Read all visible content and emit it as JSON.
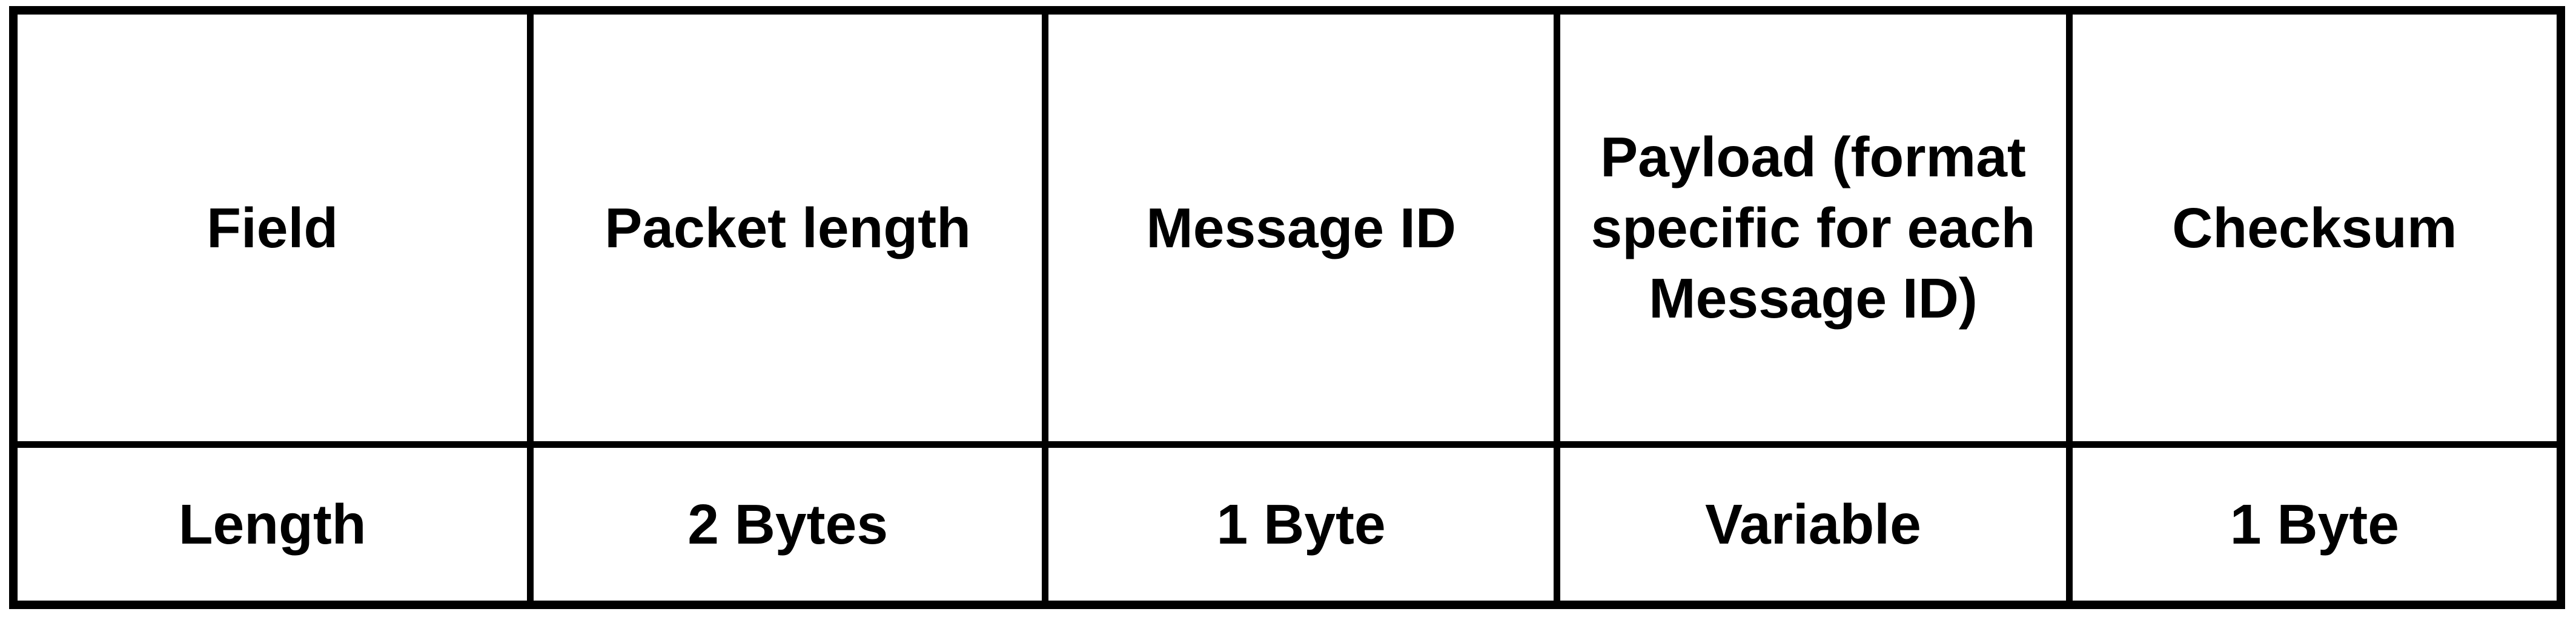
{
  "colors": {
    "header_column_bg": "#c1c1c1",
    "border": "#000000",
    "cell_bg": "#ffffff",
    "text": "#000000"
  },
  "table": {
    "field_row": {
      "label": "Field",
      "values": [
        "Packet length",
        "Message ID",
        "Payload (format specific for each Message ID)",
        "Checksum"
      ]
    },
    "length_row": {
      "label": "Length",
      "values": [
        "2 Bytes",
        "1 Byte",
        "Variable",
        "1 Byte"
      ]
    }
  }
}
